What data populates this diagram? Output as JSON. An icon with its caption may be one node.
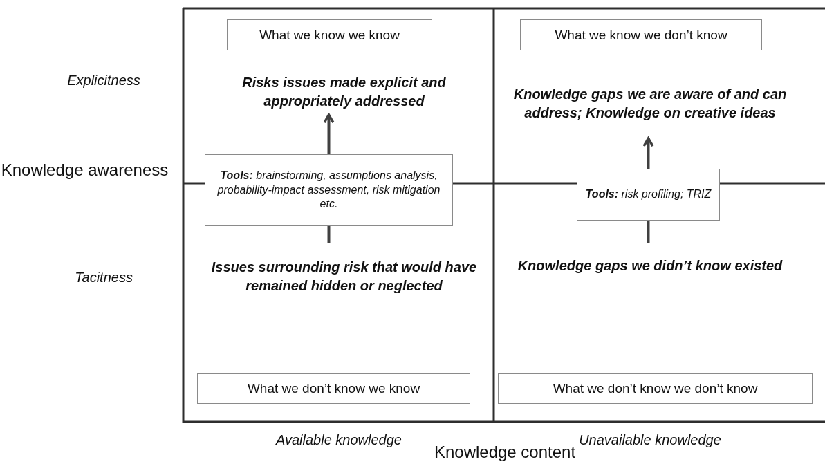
{
  "diagram": {
    "nodes": [
      {
        "text": [
          "What we know we know"
        ]
      },
      {
        "text": [
          "What we know we don’t know"
        ]
      },
      {
        "text": [
          "Risks issues made explicit and appropriately addressed"
        ]
      },
      {
        "text": [
          "Knowledge gaps we are aware of and can address; Knowledge on creative ideas"
        ]
      },
      {
        "text": [
          "**Tools:** brainstorming, assumptions analysis, probability-impact assessment, risk mitigation etc."
        ]
      },
      {
        "text": [
          "**Tools:** risk profiling; TRIZ"
        ]
      },
      {
        "text": [
          "Issues surrounding risk that would have remained hidden or neglected"
        ]
      },
      {
        "text": [
          "Knowledge gaps we didn’t know existed"
        ]
      },
      {
        "text": [
          "What we don’t know we know"
        ]
      },
      {
        "text": [
          "What we don’t know we don’t know"
        ]
      }
    ],
    "edges": [
      {
        "from": 4,
        "to": 2,
        "arrow": "to"
      },
      {
        "from": 6,
        "to": 4,
        "arrow": "none"
      },
      {
        "from": 5,
        "to": 3,
        "arrow": "to"
      },
      {
        "from": 7,
        "to": 5,
        "arrow": "none"
      }
    ],
    "labels": [
      "Explicitness",
      "Knowledge awareness",
      "Tacitness",
      "Available knowledge",
      "Unavailable knowledge",
      "Knowledge content"
    ]
  }
}
